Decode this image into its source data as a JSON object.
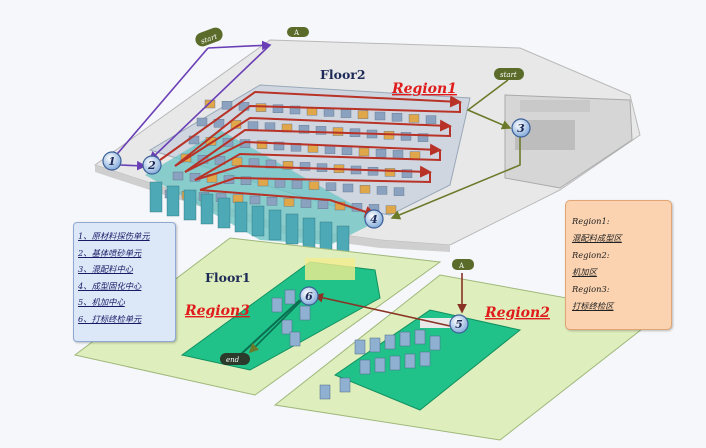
{
  "floors": {
    "floor2": "Floor2",
    "floor1": "Floor1"
  },
  "regions": {
    "r1": "Region1",
    "r2": "Region2",
    "r3": "Region3"
  },
  "flags": {
    "start_a": "start",
    "start_b": "start",
    "a_top": "A",
    "a_bottom": "A",
    "end": "end"
  },
  "nodes": [
    "1",
    "2",
    "3",
    "4",
    "5",
    "6"
  ],
  "legend": {
    "items": [
      "1、原材料探伤单元",
      "2、基体喷砂单元",
      "3、混配料中心",
      "4、成型固化中心",
      "5、机加中心",
      "6、打标终检单元"
    ]
  },
  "region_info": [
    {
      "name": "Region1:",
      "value": "混配料成型区"
    },
    {
      "name": "Region2:",
      "value": "机加区"
    },
    {
      "name": "Region3:",
      "value": "打标终检区"
    }
  ],
  "colors": {
    "route_red": "#c0392b",
    "route_purple": "#6a3fb5",
    "route_olive": "#6b7a2a",
    "region_red": "#e01b1b",
    "floor_green": "#dfeebd"
  }
}
